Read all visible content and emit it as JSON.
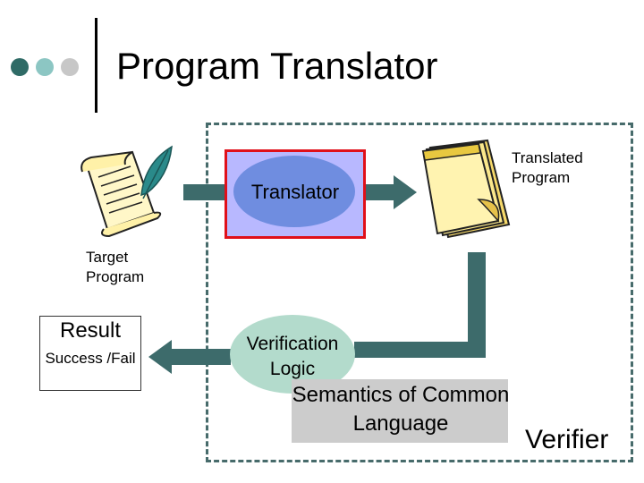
{
  "header": {
    "title": "Program Translator",
    "dot_colors": [
      "#2f6b66",
      "#8cc6c3",
      "#bcbcbc",
      "#d9d9d9"
    ]
  },
  "diagram": {
    "translator_label": "Translator",
    "target_program_label": "Target Program",
    "translated_program_label": "Translated Program",
    "result_title": "Result",
    "result_subtitle": "Success /Fail",
    "verification_label": "Verification Logic",
    "semantics_label": "Semantics of Common Language",
    "verifier_label": "Verifier",
    "colors": {
      "arrow": "#3d6b6b",
      "translator_border": "#e0101a",
      "translator_fill": "#b8b8ff",
      "translator_ellipse": "#6f8de0",
      "verification_ellipse": "#b3dbcc",
      "semantics_box": "#cccccc"
    },
    "icons": [
      "scroll-quill-icon",
      "notepad-icon"
    ]
  }
}
